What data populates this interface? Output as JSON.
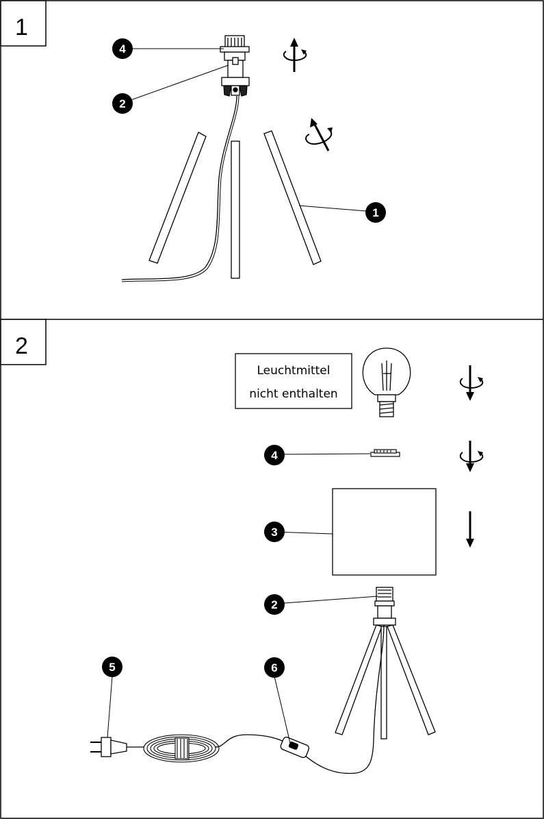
{
  "steps": [
    {
      "number": "1"
    },
    {
      "number": "2"
    }
  ],
  "callouts": {
    "step1": [
      "4",
      "2",
      "1"
    ],
    "step2": [
      "4",
      "3",
      "2",
      "5",
      "6"
    ]
  },
  "note": {
    "line1": "Leuchtmittel",
    "line2": "nicht enthalten"
  },
  "icons": {
    "step1": [
      "rotate-up-icon",
      "rotate-tilted-icon"
    ],
    "step2": [
      "rotate-down-icon",
      "rotate-down-icon",
      "arrow-down-icon"
    ]
  }
}
